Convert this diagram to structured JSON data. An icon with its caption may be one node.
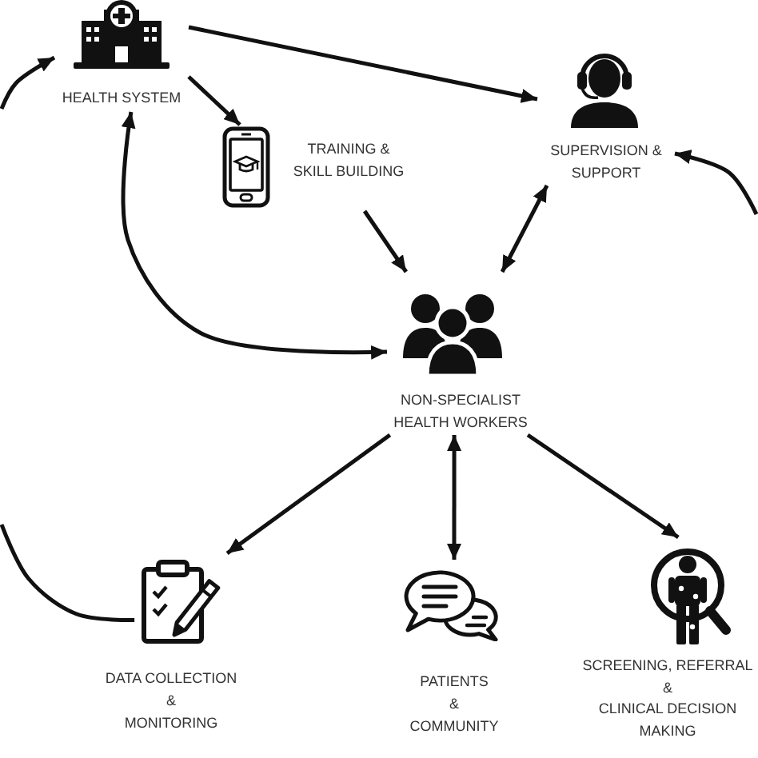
{
  "diagram": {
    "nodes": [
      {
        "text": [
          "HEALTH SYSTEM"
        ]
      },
      {
        "text": [
          "TRAINING & SKILL BUILDING"
        ]
      },
      {
        "text": [
          "SUPERVISION & SUPPORT"
        ]
      },
      {
        "text": [
          "NON-SPECIALIST HEALTH WORKERS"
        ]
      },
      {
        "text": [
          "DATA COLLECTION & MONITORING"
        ]
      },
      {
        "text": [
          "PATIENTS & COMMUNITY"
        ]
      },
      {
        "text": [
          "SCREENING, REFERRAL & CLINICAL DECISION MAKING"
        ]
      }
    ],
    "edges": [
      {
        "from": 0,
        "to": 2,
        "arrow": "to"
      },
      {
        "from": 0,
        "to": 1,
        "arrow": "to"
      },
      {
        "from": 1,
        "to": 3,
        "arrow": "to"
      },
      {
        "from": 2,
        "to": 3,
        "arrow": "both"
      },
      {
        "from": 0,
        "to": 3,
        "arrow": "both"
      },
      {
        "from": 3,
        "to": 4,
        "arrow": "to"
      },
      {
        "from": 3,
        "to": 5,
        "arrow": "both"
      },
      {
        "from": 3,
        "to": 6,
        "arrow": "to"
      },
      {
        "from": null,
        "to": 2,
        "arrow": "to"
      },
      {
        "from": 4,
        "to": null,
        "arrow": "none"
      },
      {
        "from": null,
        "to": 0,
        "arrow": "to"
      }
    ]
  }
}
